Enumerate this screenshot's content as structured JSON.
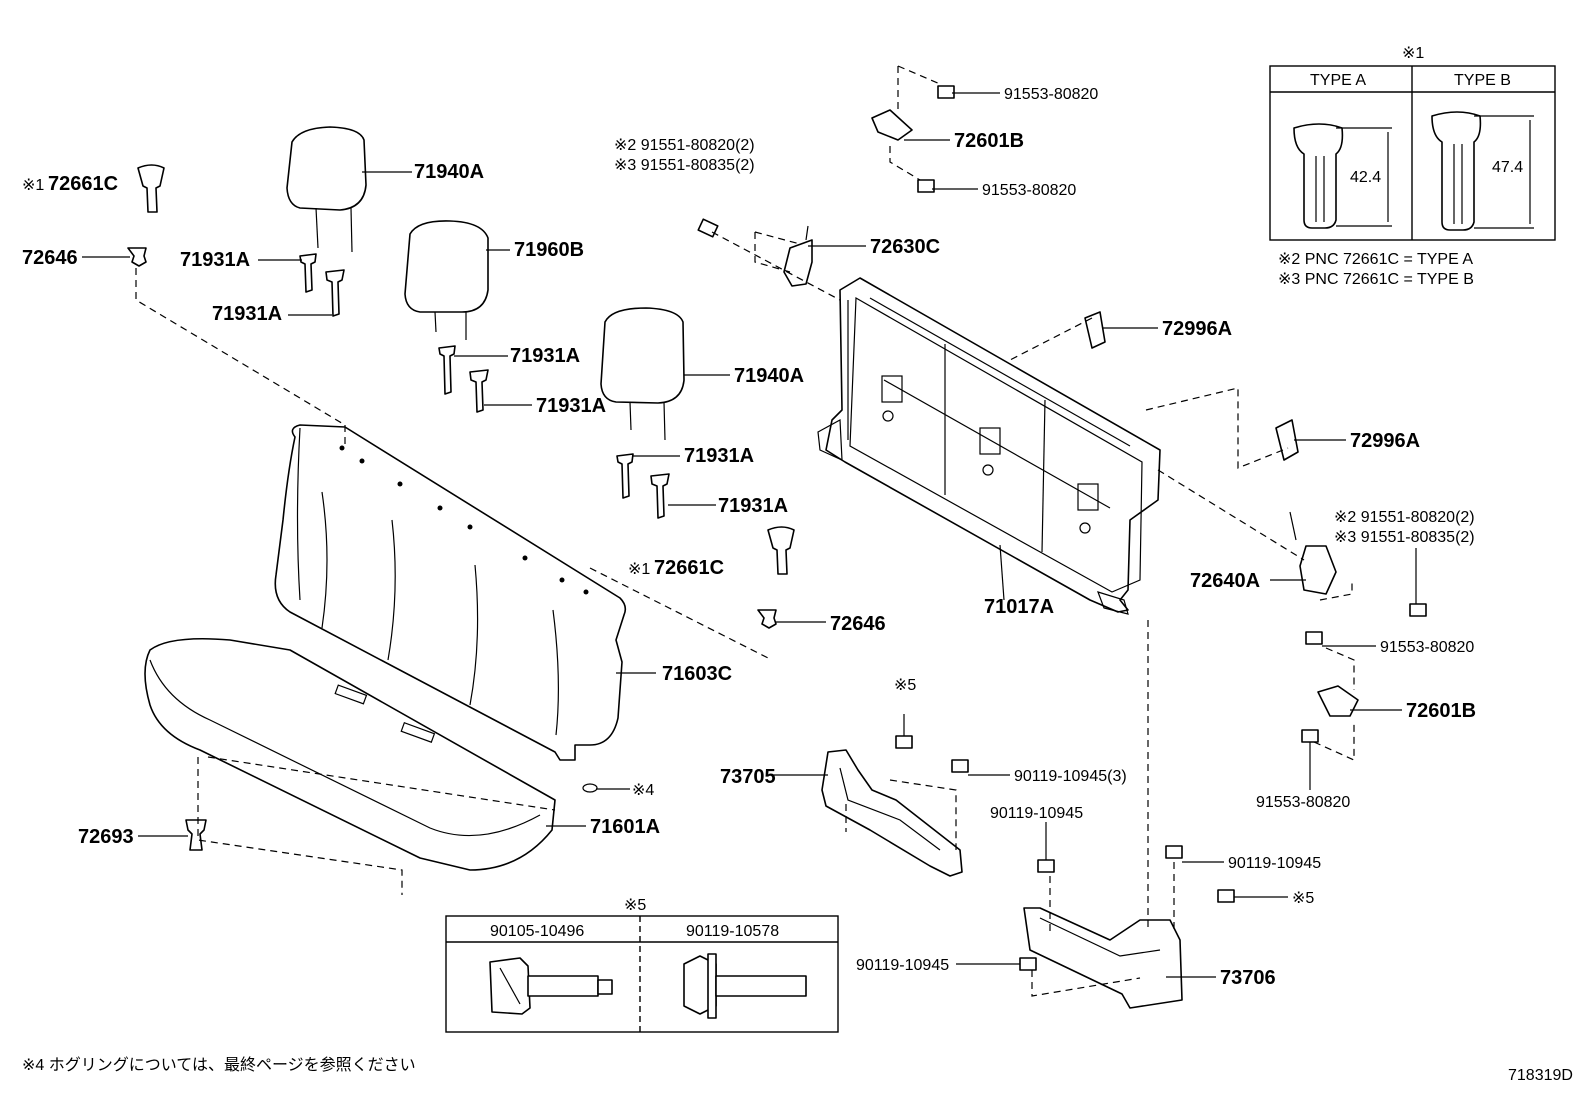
{
  "labels": {
    "hr_c_left": "72661C",
    "hr_c_left_mark": "※1",
    "hs_left": "72646",
    "hr_1": "71940A",
    "hg_1a": "71931A",
    "hg_1b": "71931A",
    "hr_2": "71960B",
    "hg_2a": "71931A",
    "hg_2b": "71931A",
    "hr_3": "71940A",
    "hg_3a": "71931A",
    "hg_3b": "71931A",
    "hr_c_mid": "72661C",
    "hr_c_mid_mark": "※1",
    "hs_mid": "72646",
    "seatback": "71603C",
    "cushion": "71601A",
    "clip": "72693",
    "hog_mark": "※4",
    "bolt_note_top_1": "※2 91551-80820(2)",
    "bolt_note_top_2": "※3 91551-80835(2)",
    "bolt_t1": "91553-80820",
    "hinge_top": "72601B",
    "bolt_t2": "91553-80820",
    "lock_left": "72630C",
    "frame": "71017A",
    "buckle_1": "72996A",
    "buckle_2": "72996A",
    "bolt_note_right_1": "※2 91551-80820(2)",
    "bolt_note_right_2": "※3 91551-80835(2)",
    "lock_right": "72640A",
    "bolt_r1": "91553-80820",
    "hinge_right": "72601B",
    "bolt_r2": "91553-80820",
    "mark5_a": "※5",
    "bracket_left": "73705",
    "bolt_b1": "90119-10945(3)",
    "bolt_b2": "90119-10945",
    "bolt_b3": "90119-10945",
    "mark5_b": "※5",
    "bolt_b4": "90119-10945",
    "bracket_right": "73706"
  },
  "type_table": {
    "mark": "※1",
    "col_a": "TYPE A",
    "col_b": "TYPE B",
    "dim_a": "42.4",
    "dim_b": "47.4",
    "note_2": "※2 PNC 72661C = TYPE A",
    "note_3": "※3 PNC 72661C = TYPE B"
  },
  "bolt_table": {
    "mark": "※5",
    "col_1": "90105-10496",
    "col_2": "90119-10578"
  },
  "footer": {
    "note": "※4 ホグリングについては、最終ページを参照ください",
    "code": "718319D"
  }
}
